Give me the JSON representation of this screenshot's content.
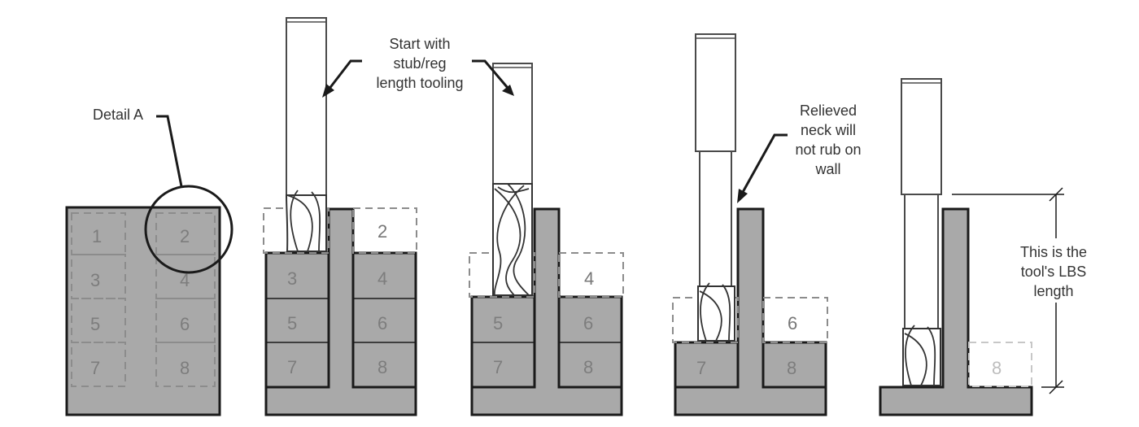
{
  "labels": {
    "detail_a": "Detail A",
    "start_with": [
      "Start with",
      "stub/reg",
      "length tooling"
    ],
    "relieved": [
      "Relieved",
      "neck will",
      "not rub on",
      "wall"
    ],
    "lbs": [
      "This is the",
      "tool's LBS",
      "length"
    ]
  },
  "panel1": {
    "cells": [
      "1",
      "2",
      "3",
      "4",
      "5",
      "6",
      "7",
      "8"
    ]
  },
  "panel2": {
    "removed": "2",
    "left": [
      "3",
      "5",
      "7"
    ],
    "right": [
      "4",
      "6",
      "8"
    ]
  },
  "panel3": {
    "removed": "4",
    "left": [
      "5",
      "7"
    ],
    "right": [
      "6",
      "8"
    ]
  },
  "panel4": {
    "removed": "6",
    "left": [
      "7"
    ],
    "right": [
      "8"
    ]
  },
  "panel5": {
    "removed": "8"
  }
}
